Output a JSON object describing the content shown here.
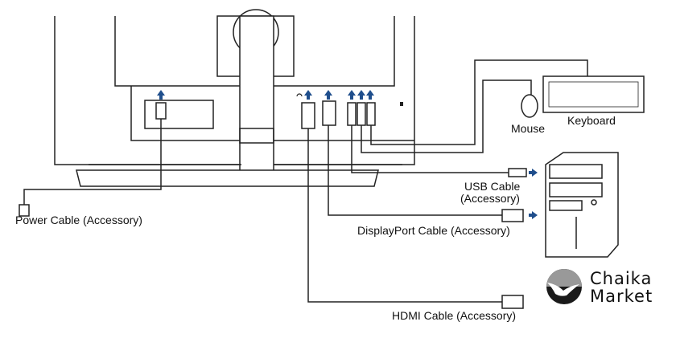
{
  "labels": {
    "power": "Power Cable (Accessory)",
    "hdmi": "HDMI Cable (Accessory)",
    "displayport": "DisplayPort Cable (Accessory)",
    "usb_line1": "USB Cable",
    "usb_line2": "(Accessory)",
    "mouse": "Mouse",
    "keyboard": "Keyboard"
  },
  "logo": {
    "line1": "Chaika",
    "line2": "Market"
  },
  "colors": {
    "arrow": "#1f4e8c",
    "line": "#222222"
  },
  "icons": [
    "up-arrow-icon",
    "right-arrow-icon",
    "headphone-icon",
    "lock-icon"
  ]
}
